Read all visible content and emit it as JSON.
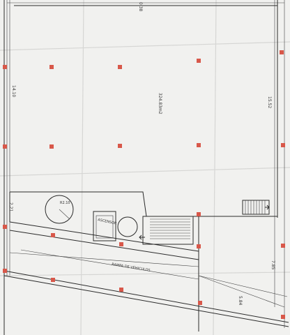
{
  "dimensions": {
    "top": "0.38",
    "left_upper": "14.10",
    "left_lower": "2.21",
    "right_upper": "15.52",
    "right_lower": "7.85",
    "diagonal": "5.84"
  },
  "area_label": "324.83m2",
  "circle_label": "R2.10",
  "elevator_label": "ASCENSOR",
  "ramp_label": "RAMPA DE VEHICULOS",
  "colors": {
    "column": "#d8584a",
    "ink": "#2a2a2a",
    "paper": "#f1f1ef"
  }
}
